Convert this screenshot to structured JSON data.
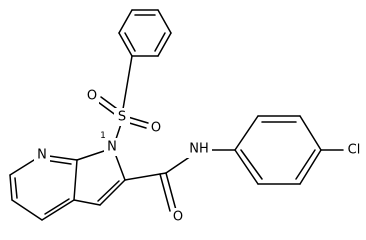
{
  "molecule": {
    "atom_labels": {
      "sulfur": "S",
      "sulfonyl_oxygen_top": "O",
      "sulfonyl_oxygen_right": "O",
      "indole_nitrogen": "N",
      "indole_nitrogen_locant": "1",
      "pyridine_nitrogen": "N",
      "amide_nitrogen": "NH",
      "carbonyl_oxygen": "O",
      "chlorine": "Cl"
    }
  },
  "colors": {
    "bond": "#000000",
    "background": "#ffffff"
  }
}
